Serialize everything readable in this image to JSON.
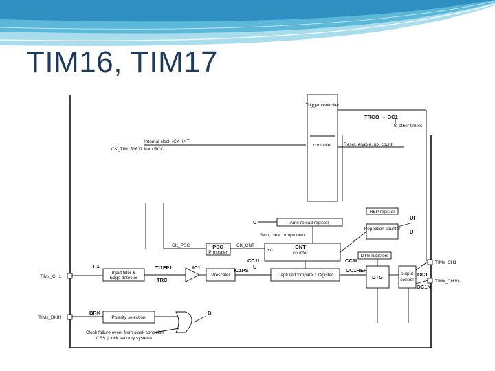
{
  "title": "TIM16, TIM17",
  "diagram": {
    "trigger_controller": "Trigger controller",
    "controller": "controller",
    "trgo": "TRGO → OC1",
    "to_other_timers": "to other timers",
    "internal_clock": "Internal clock (CK_INT)",
    "ck_tim_from_rcc": "CK_TIM151617 from RCC",
    "reset_enable": "Reset, enable, up, count",
    "rep_register": "REP register",
    "repetition_counter": "Repetition counter",
    "ui": "UI",
    "u_repcnt": "U",
    "u_arr": "U",
    "autoreload_register": "Auto-reload register",
    "stop_clear": "Stop, clear or up/down",
    "ck_psc": "CK_PSC",
    "psc": "PSC",
    "psc_prescaler": "Prescaler",
    "ck_cnt": "CK_CNT",
    "cnt": "CNT",
    "cnt_counter": "counter",
    "plus_minus": "+/-",
    "dtg_registers": "DTG registers",
    "ti1": "TI1",
    "timx_ch1_in": "TIMx_CH1",
    "input_filter": "Input filter &",
    "edge_detector": "Edge detector",
    "ti1fp1": "TI1FP1",
    "trc": "TRC",
    "ic1": "IC1",
    "prescaler": "Prescaler",
    "ic1ps": "IC1PS",
    "cc1i_top": "CC1I",
    "u_ic": "U",
    "capture_compare": "Capture/Compare 1 register",
    "cc1i_out": "CC1I",
    "oc1ref": "OC1REF",
    "dtg": "DTG",
    "output": "output",
    "control": "control",
    "oc1": "OC1",
    "oc1n": "OC1N",
    "timx_ch1_out": "TIMx_CH1",
    "timx_ch1n": "TIMx_CH1N",
    "brk": "BRK",
    "timx_bkin": "TIMx_BKIN",
    "polarity_selection": "Polarity selection",
    "bi": "BI",
    "clock_failure": "Clock failure event from clock controller",
    "css": "CSS (clock security system)"
  }
}
